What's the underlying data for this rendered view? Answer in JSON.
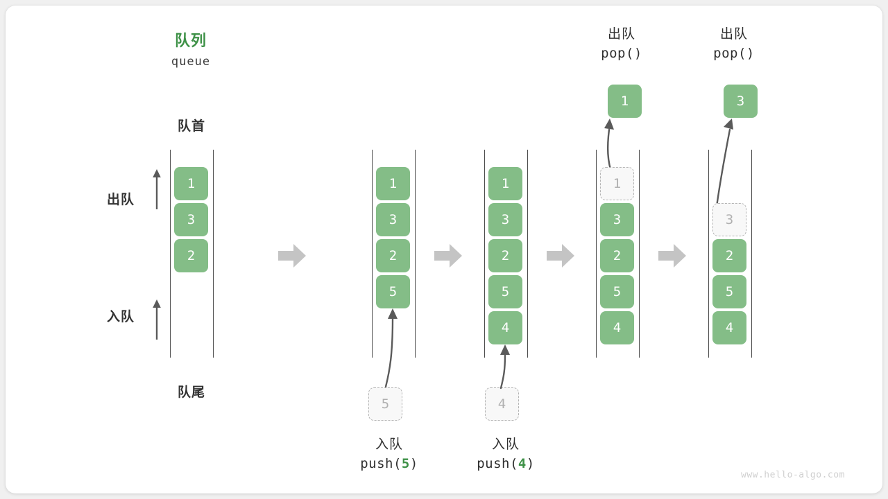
{
  "figure": {
    "title_cn": "队列",
    "title_code": "queue",
    "front_label": "队首",
    "rear_label": "队尾",
    "dequeue_side_label": "出队",
    "enqueue_side_label": "入队",
    "watermark": "www.hello-algo.com",
    "accent_color": "#3e9147",
    "cell_color": "#84bd87",
    "ghost_color": "#b0b0b0",
    "arrow_color": "#c4c4c4"
  },
  "stages": [
    {
      "id": "initial",
      "cells": [
        "1",
        "3",
        "2"
      ],
      "ghost_index": null,
      "ghost_value": null
    },
    {
      "id": "after-push-5",
      "cells": [
        "1",
        "3",
        "2",
        "5"
      ],
      "ghost_index": null,
      "ghost_value": null,
      "incoming_value": "5",
      "bottom_label_cn": "入队",
      "bottom_label_fn": "push(",
      "bottom_label_arg": "5",
      "bottom_label_fn_end": ")"
    },
    {
      "id": "after-push-4",
      "cells": [
        "1",
        "3",
        "2",
        "5",
        "4"
      ],
      "ghost_index": null,
      "ghost_value": null,
      "incoming_value": "4",
      "bottom_label_cn": "入队",
      "bottom_label_fn": "push(",
      "bottom_label_arg": "4",
      "bottom_label_fn_end": ")"
    },
    {
      "id": "after-pop-1",
      "cells": [
        "1",
        "3",
        "2",
        "5",
        "4"
      ],
      "ghost_index": 0,
      "ghost_value": "1",
      "popped_value": "1",
      "top_label_cn": "出队",
      "top_label_fn": "pop()"
    },
    {
      "id": "after-pop-3",
      "cells": [
        "3",
        "2",
        "5",
        "4"
      ],
      "ghost_index": 0,
      "ghost_value": "3",
      "popped_value": "3",
      "top_label_cn": "出队",
      "top_label_fn": "pop()"
    }
  ]
}
